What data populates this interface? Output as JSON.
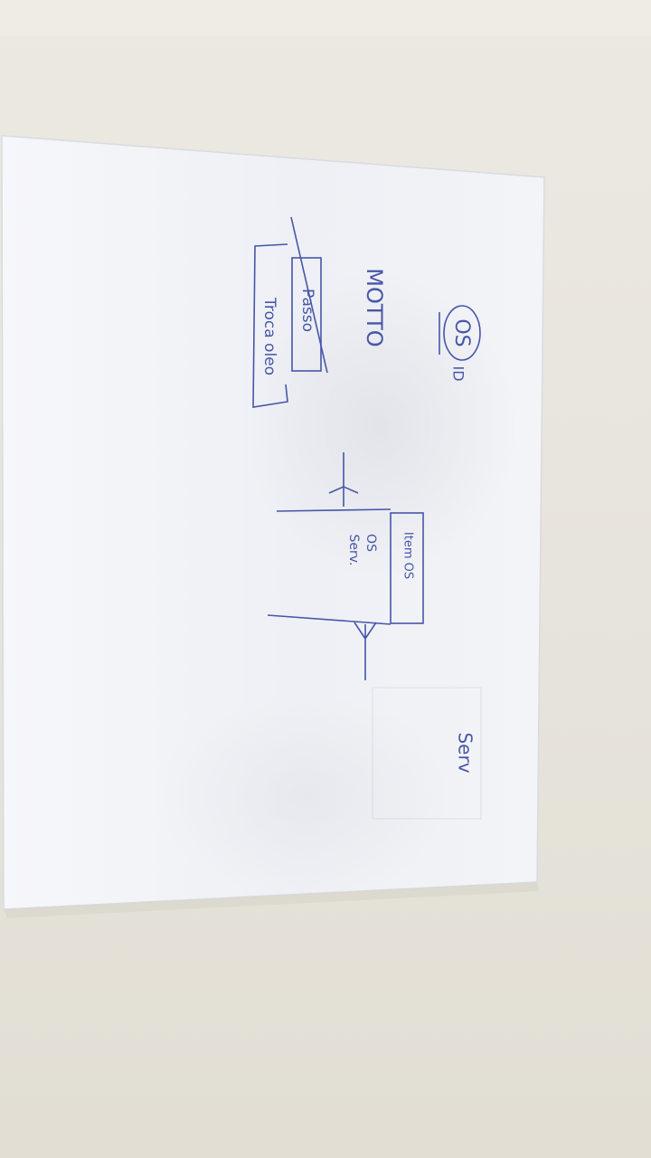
{
  "scene": {
    "table_color": "#ebe9e2",
    "paper_color": "#f4f5f8",
    "ink_color": "#4756a8",
    "orientation": "rotated 90° clockwise"
  },
  "notes": {
    "os_label": "OS",
    "id_label": "ID",
    "motto_label": "MOTTO",
    "struck_label": "Passo",
    "box_label": "Troca oleo",
    "entity_title": "Item OS",
    "entity_field_1": "OS",
    "entity_field_2": "Serv.",
    "serv_label": "Serv"
  }
}
